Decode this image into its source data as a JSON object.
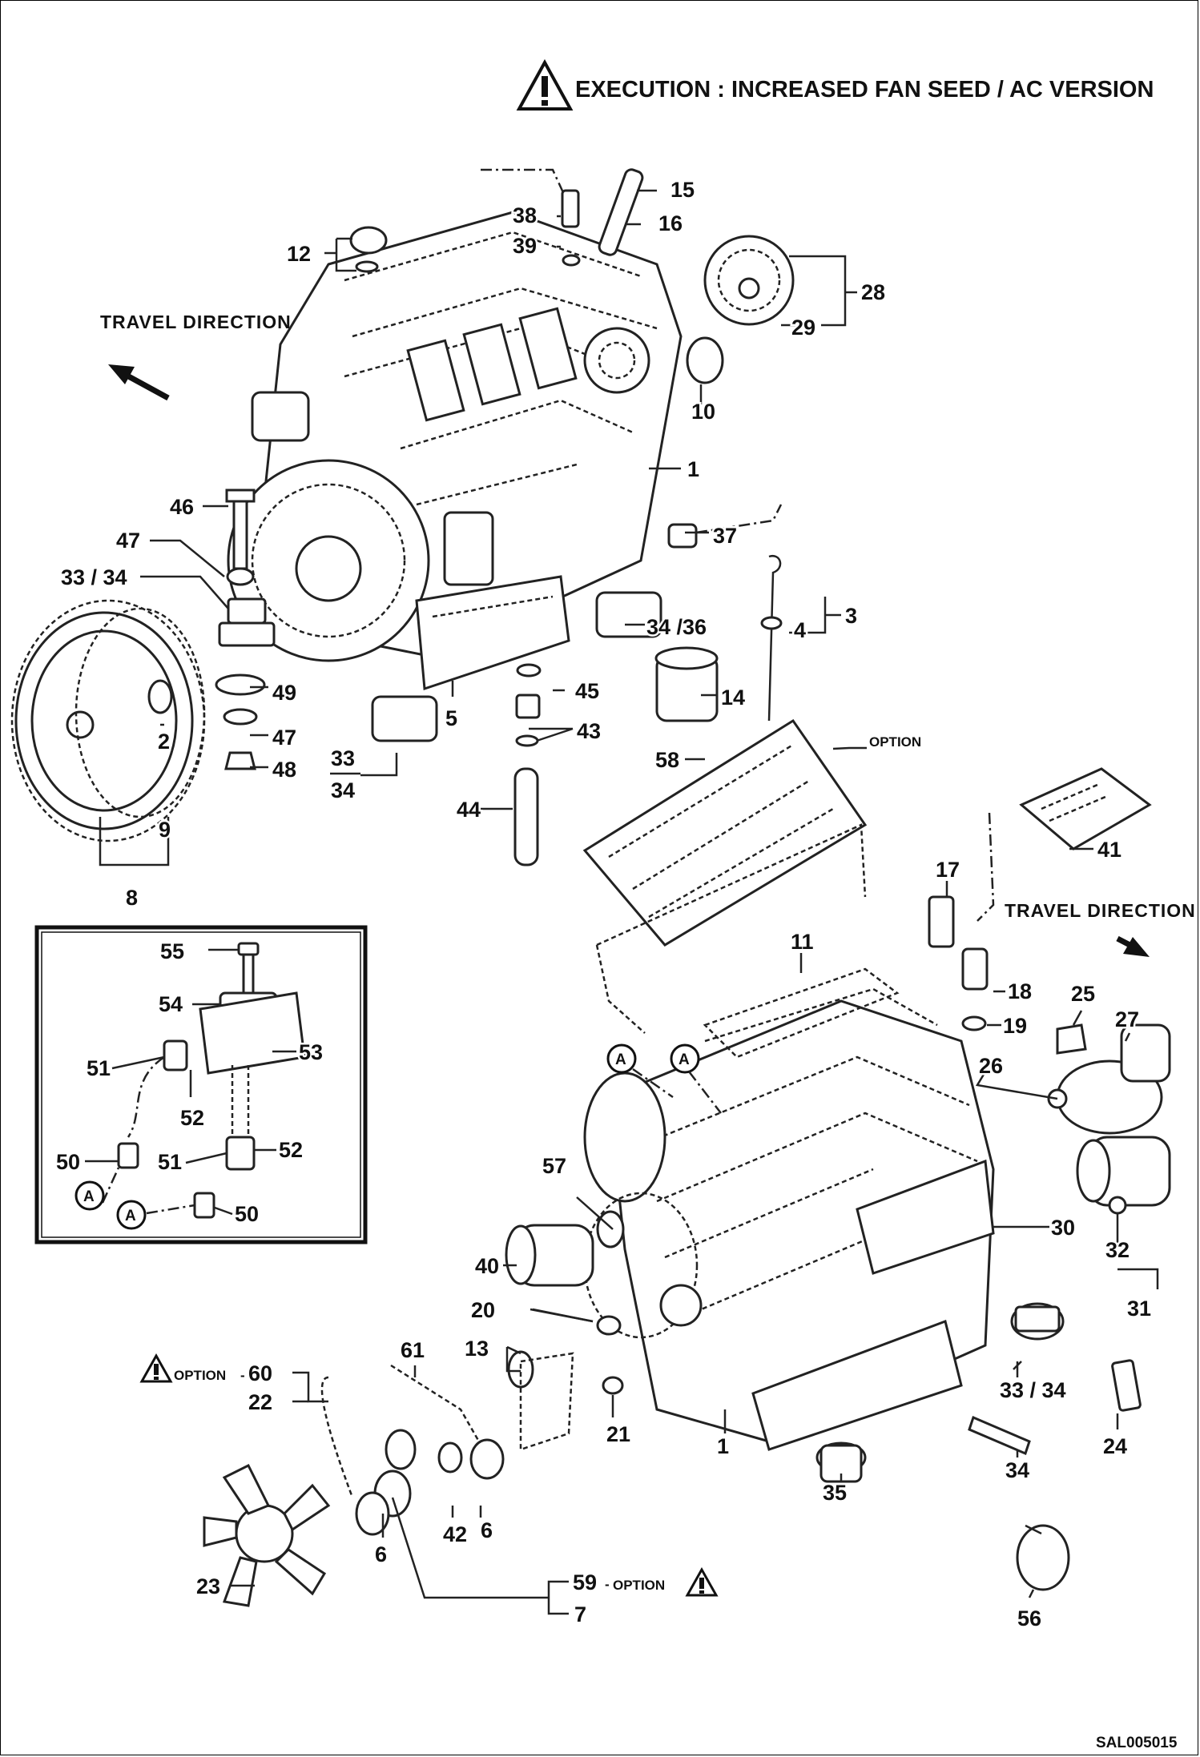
{
  "header": {
    "warning_icon": "warning-triangle-icon",
    "title": "EXECUTION : INCREASED FAN SEED / AC VERSION"
  },
  "captions": {
    "travel_direction_top": "TRAVEL  DIRECTION",
    "travel_direction_bottom": "TRAVEL  DIRECTION"
  },
  "option_tags": {
    "option_58": "OPTION",
    "option_60": "OPTION",
    "option_59": "OPTION"
  },
  "inset_markers": {
    "a_marker": "A"
  },
  "callouts": {
    "c1a": "1",
    "c1b": "1",
    "c2": "2",
    "c3": "3",
    "c4": "4",
    "c5": "5",
    "c6a": "6",
    "c6b": "6",
    "c7": "7",
    "c8": "8",
    "c9": "9",
    "c10": "10",
    "c11": "11",
    "c12": "12",
    "c13": "13",
    "c14": "14",
    "c15": "15",
    "c16": "16",
    "c17": "17",
    "c18": "18",
    "c19": "19",
    "c20": "20",
    "c21": "21",
    "c22": "22",
    "c23": "23",
    "c24": "24",
    "c25": "25",
    "c26": "26",
    "c27": "27",
    "c28": "28",
    "c29": "29",
    "c30": "30",
    "c31": "31",
    "c32": "32",
    "c33_34_left": "33 / 34",
    "c33_stack": "33",
    "c34_stack": "34",
    "c33_34_right": "33 / 34",
    "c34_36": "34 /36",
    "c34_bolt": "34",
    "c35": "35",
    "c37": "37",
    "c38": "38",
    "c39": "39",
    "c40": "40",
    "c41": "41",
    "c42": "42",
    "c43": "43",
    "c44": "44",
    "c45": "45",
    "c46": "46",
    "c47a": "47",
    "c47b": "47",
    "c48": "48",
    "c49": "49",
    "c50a": "50",
    "c50b": "50",
    "c51a": "51",
    "c51b": "51",
    "c52a": "52",
    "c52b": "52",
    "c53": "53",
    "c54": "54",
    "c55": "55",
    "c56": "56",
    "c57": "57",
    "c58": "58",
    "c59": "59",
    "c60": "60",
    "c61": "61"
  },
  "footer": {
    "drawing_code": "SAL005015"
  }
}
